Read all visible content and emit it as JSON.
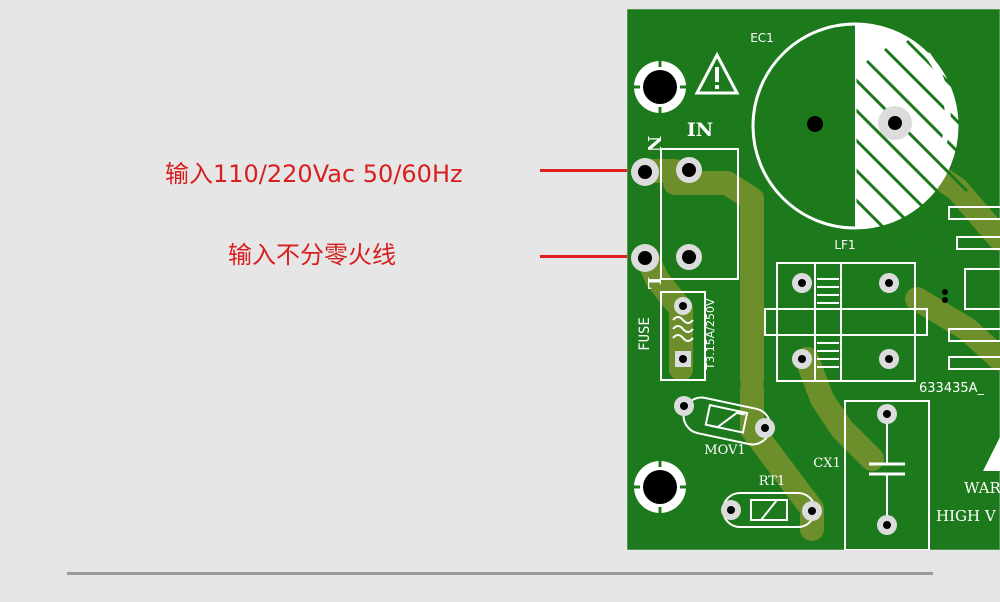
{
  "callouts": {
    "input_voltage": "输入110/220Vac 50/60Hz",
    "input_polarity": "输入不分零火线"
  },
  "board": {
    "ec1": "EC1",
    "in": "IN",
    "n_pin": "N",
    "l_pin": "L",
    "fuse": "FUSE",
    "fuse_rating": "T3.15A/250V",
    "lf1": "LF1",
    "mov1": "MOV1",
    "cx1": "CX1",
    "rt1": "RT1",
    "part_code": "633435A_",
    "warn": "WAR",
    "high": "HIGH V"
  },
  "colors": {
    "board": "#1c7a1c",
    "trace": "#6c8f2c",
    "silk": "#ffffff",
    "callout": "#d81e1e",
    "background": "#e6e6e6"
  }
}
